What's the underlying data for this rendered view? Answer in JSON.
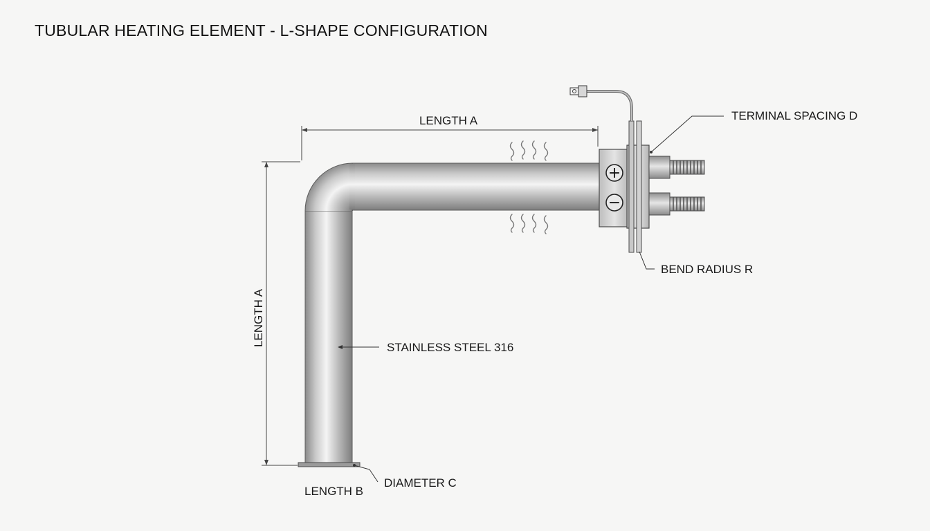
{
  "title": "TUBULAR HEATING ELEMENT - L-SHAPE CONFIGURATION",
  "labels": {
    "length_a_top": "LENGTH A",
    "length_a_side": "LENGTH A",
    "length_b": "LENGTH B",
    "diameter_c": "DIAMETER C",
    "material": "STAINLESS STEEL 316",
    "terminal_spacing": "TERMINAL SPACING D",
    "bend_radius": "BEND RADIUS R"
  },
  "terminals": {
    "positive_symbol": "+",
    "negative_symbol": "−"
  },
  "colors": {
    "background": "#f6f6f5",
    "steel_light": "#f2f2f2",
    "steel_mid": "#bdbdbd",
    "steel_dark": "#7a7a7a",
    "line": "#333333"
  }
}
